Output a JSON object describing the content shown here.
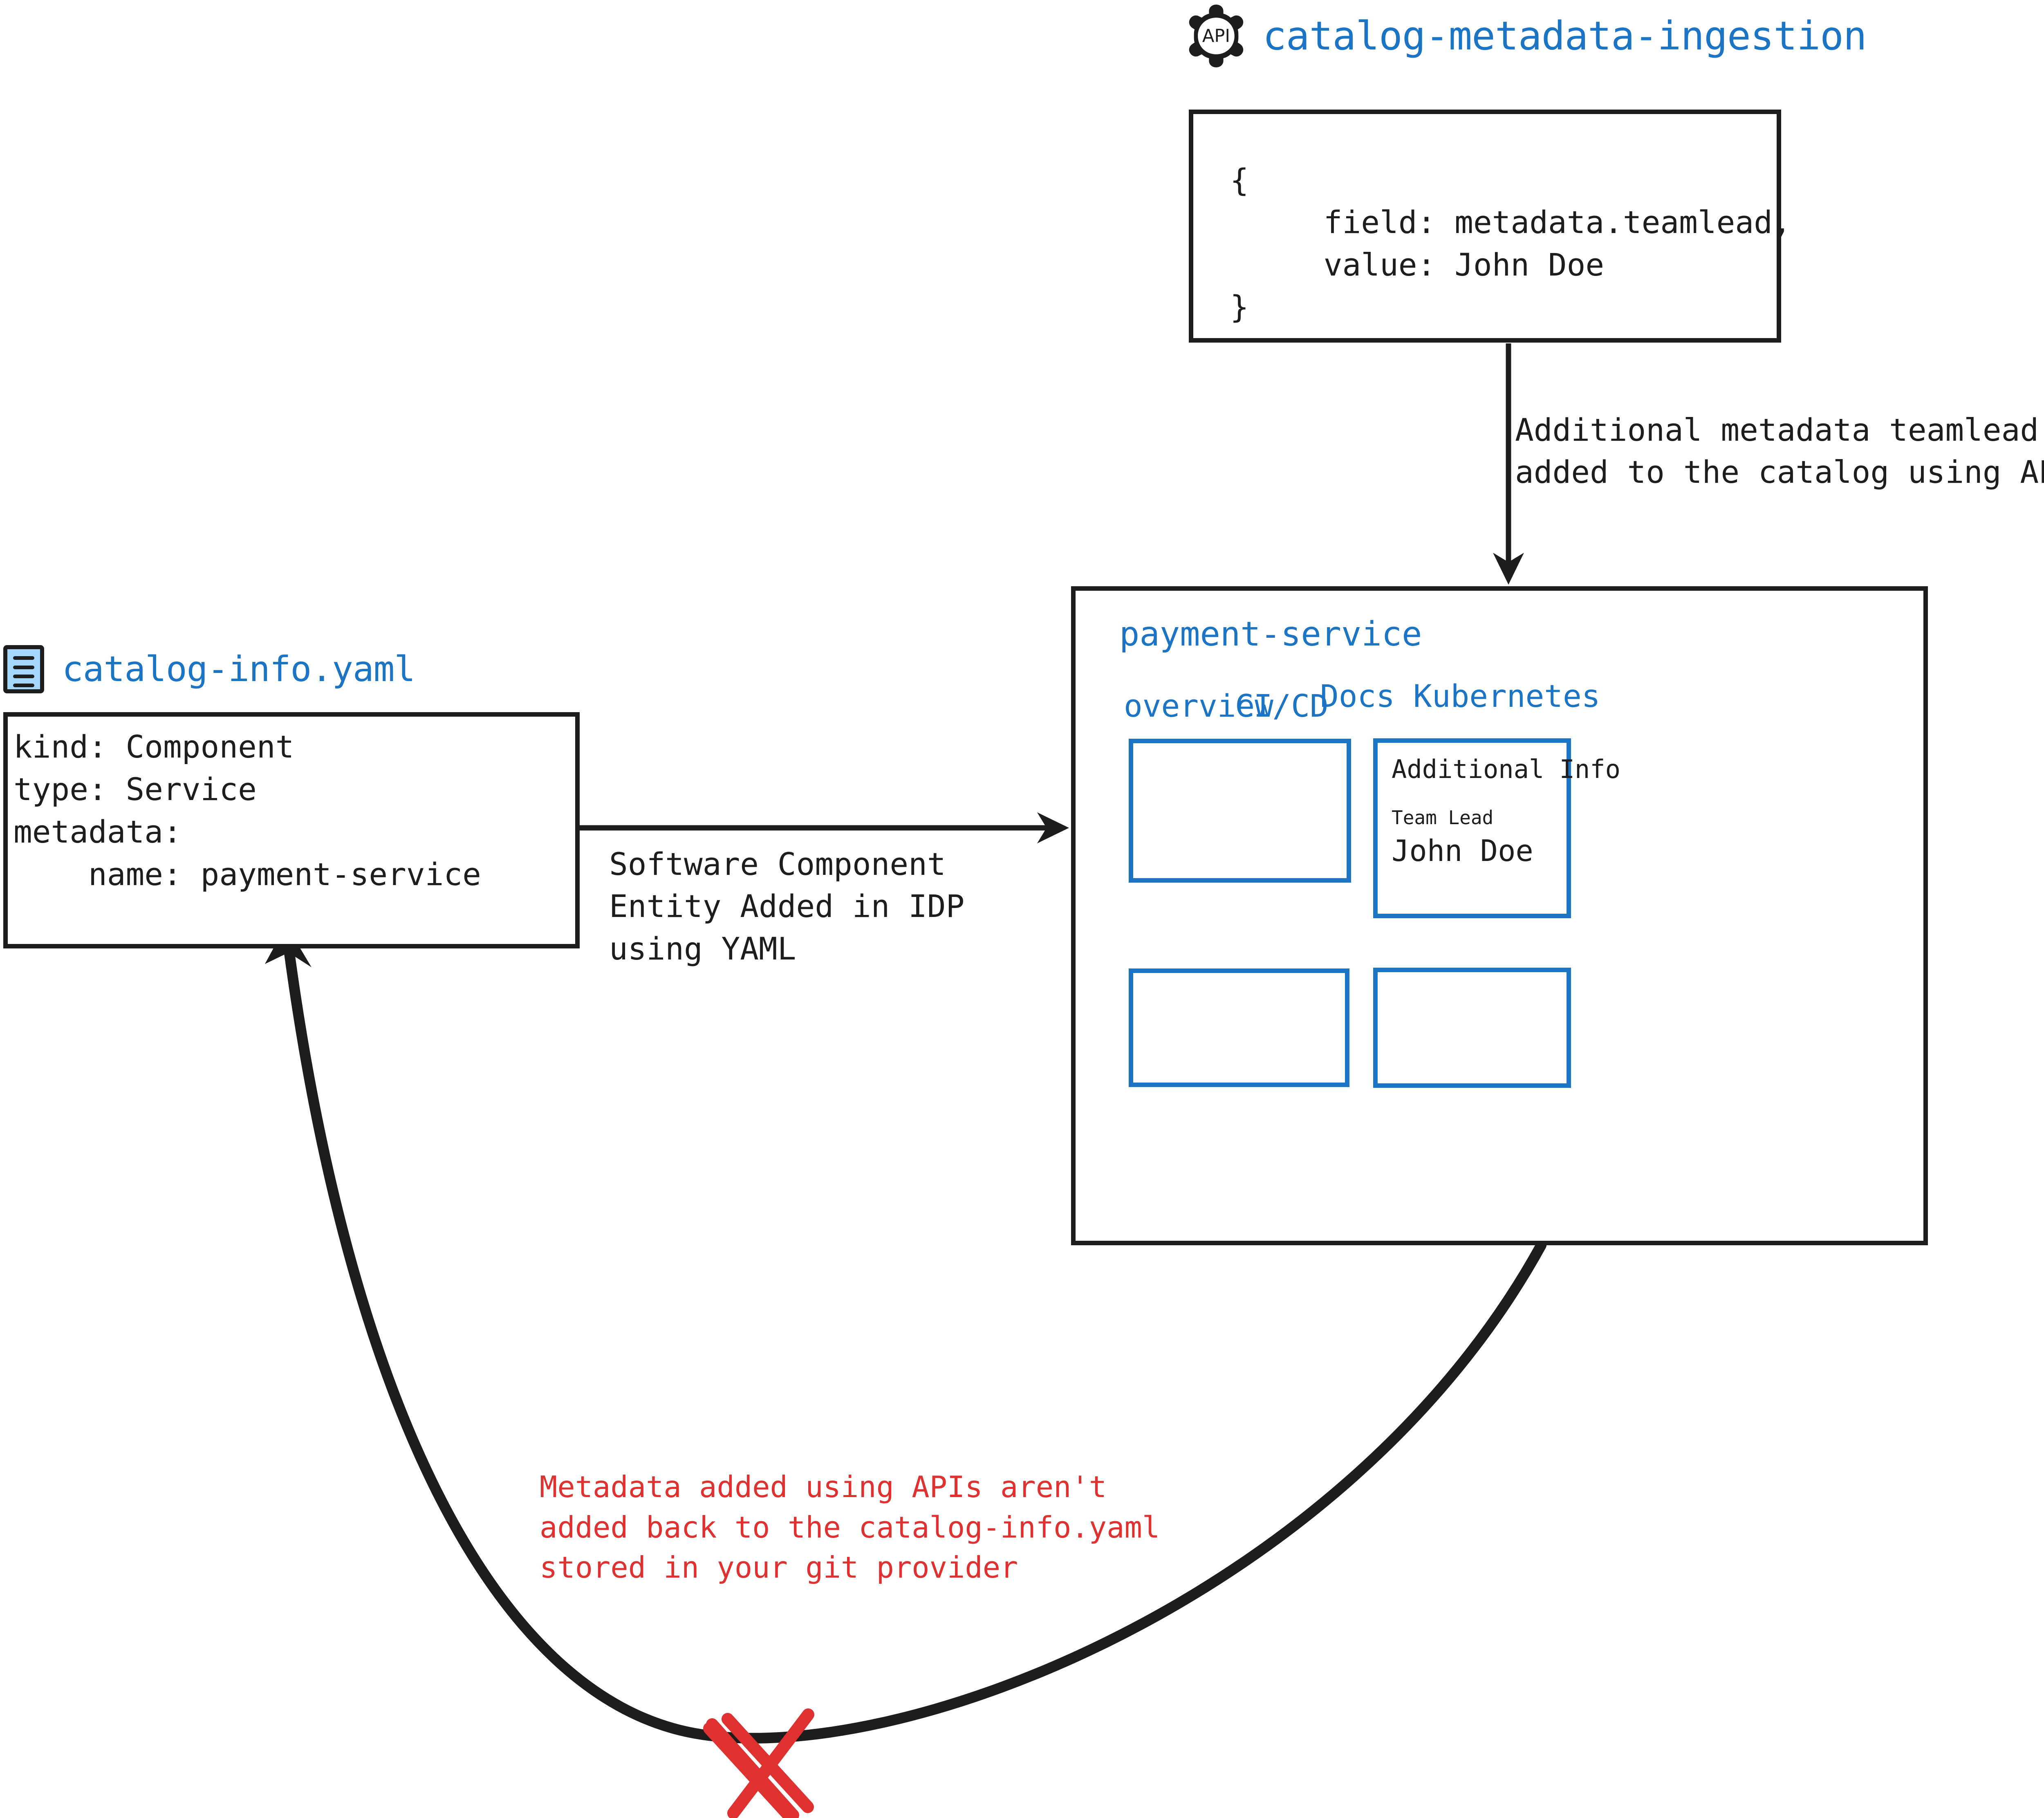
{
  "api_service": {
    "icon": "api-gear-icon",
    "icon_text": "API",
    "title": "catalog-metadata-ingestion",
    "payload_lines": [
      "{",
      "     field: metadata.teamlead,",
      "     value: John Doe",
      "}"
    ],
    "payload_text": "{\n     field: metadata.teamlead,\n     value: John Doe\n}"
  },
  "api_flow_label": {
    "line1": "Additional metadata teamlead",
    "line2": "added to the catalog using APIs",
    "text": "Additional metadata teamlead\nadded to the catalog using APIs"
  },
  "yaml_file": {
    "icon": "yaml-file-icon",
    "title": "catalog-info.yaml",
    "lines": [
      "kind: Component",
      "type: Service",
      "metadata:",
      "    name: payment-service"
    ],
    "text": "kind: Component\ntype: Service\nmetadata:\n    name: payment-service"
  },
  "yaml_flow_label": {
    "line1": "Software Component",
    "line2": "Entity Added in IDP",
    "line3": "using YAML",
    "text": "Software Component\nEntity Added in IDP\nusing YAML"
  },
  "panel": {
    "title": "payment-service",
    "tabs": [
      {
        "label": "overview"
      },
      {
        "label": "CI/CD"
      },
      {
        "label": "Docs"
      },
      {
        "label": "Kubernetes"
      }
    ],
    "cards": {
      "overview_card": "",
      "additional_info": {
        "title": "Additional Info",
        "field_label": "Team Lead",
        "field_value": "John Doe"
      },
      "bottom_left_card": "",
      "bottom_right_card": ""
    }
  },
  "warning": {
    "line1": "Metadata added using APIs aren't",
    "line2": "added back to the catalog-info.yaml",
    "line3": "stored in your git provider",
    "text": "Metadata added using APIs aren't\nadded back to the catalog-info.yaml\nstored in your git provider"
  },
  "colors": {
    "accent_blue": "#1c74c4",
    "warning_red": "#e03131",
    "stroke_black": "#1d1d1d",
    "file_icon_fill": "#a5d6fb"
  },
  "marks": {
    "blocked_cross": "red-x-mark"
  }
}
